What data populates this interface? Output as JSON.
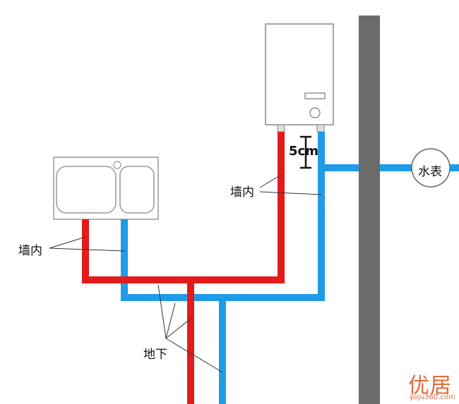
{
  "labels": {
    "wall_inside_sink": "墙内",
    "wall_inside_heater": "墙内",
    "underground": "地下",
    "distance": "5cm",
    "water_meter": "水表"
  },
  "watermark": {
    "text": "优居",
    "url": "yoju360.com"
  },
  "colors": {
    "hot_pipe": "#e41b1b",
    "cold_pipe": "#1f9be8",
    "wall": "#6b6b6b",
    "watermark": "#e06a3a"
  }
}
